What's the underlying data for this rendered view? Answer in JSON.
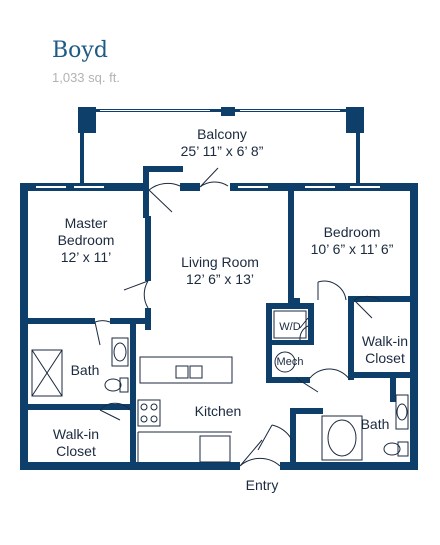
{
  "plan": {
    "name": "Boyd",
    "area": "1,033 sq. ft."
  },
  "colors": {
    "wall": "#0e3f6a",
    "title": "#1d5a86",
    "subtitle": "#b3b3b3",
    "fixture": "#1b2a3f"
  },
  "rooms": {
    "balcony": {
      "name": "Balcony",
      "size": "25’ 11” x 6’ 8”"
    },
    "master_bedroom": {
      "name_line1": "Master",
      "name_line2": "Bedroom",
      "size": "12’ x 11’"
    },
    "living_room": {
      "name": "Living Room",
      "size": "12’ 6” x 13’"
    },
    "bedroom": {
      "name": "Bedroom",
      "size": "10’ 6” x 11’ 6”"
    },
    "wd": "W/D",
    "mech": "Mech",
    "walk_in_closet_right": {
      "line1": "Walk-in",
      "line2": "Closet"
    },
    "bath_left": "Bath",
    "kitchen": "Kitchen",
    "walk_in_closet_left": {
      "line1": "Walk-in",
      "line2": "Closet"
    },
    "bath_right": "Bath",
    "entry": "Entry"
  }
}
